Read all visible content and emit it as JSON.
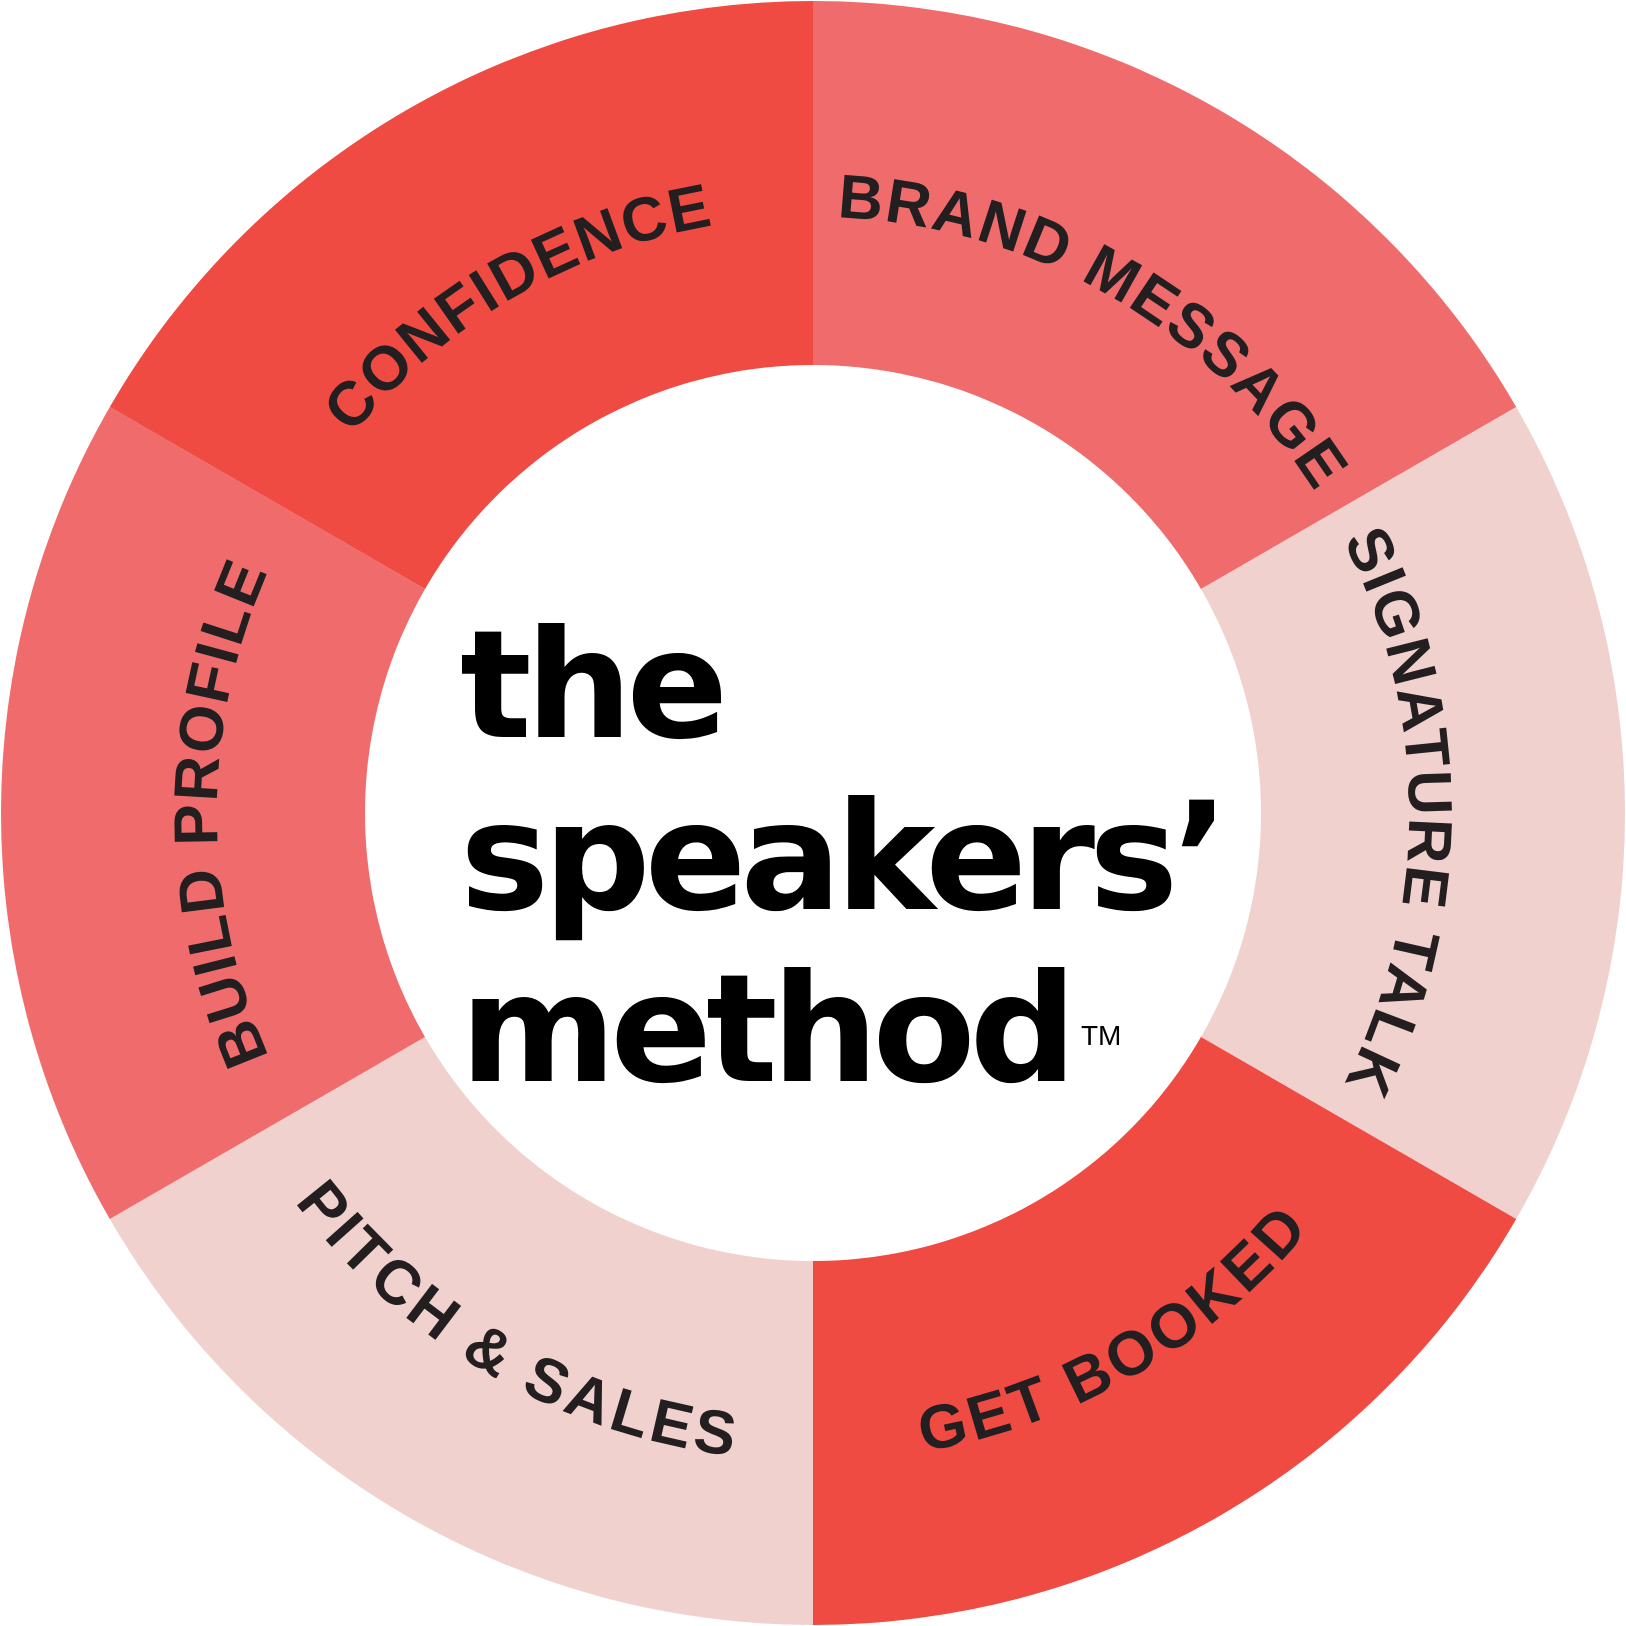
{
  "colors": {
    "strong": "#ef4b43",
    "medium": "#f06c6c",
    "light": "#f0d1ce",
    "center": "#ffffff",
    "label": "#231f20"
  },
  "logo": {
    "line1": "the",
    "line2": "speakers’",
    "line3": "method",
    "trademark": "TM"
  },
  "segments": [
    {
      "label": "CONFIDENCE",
      "color": "strong"
    },
    {
      "label": "BRAND MESSAGE",
      "color": "medium"
    },
    {
      "label": "SIGNATURE TALK",
      "color": "light"
    },
    {
      "label": "GET BOOKED",
      "color": "strong"
    },
    {
      "label": "PITCH & SALES",
      "color": "light"
    },
    {
      "label": "BUILD PROFILE",
      "color": "medium"
    }
  ]
}
